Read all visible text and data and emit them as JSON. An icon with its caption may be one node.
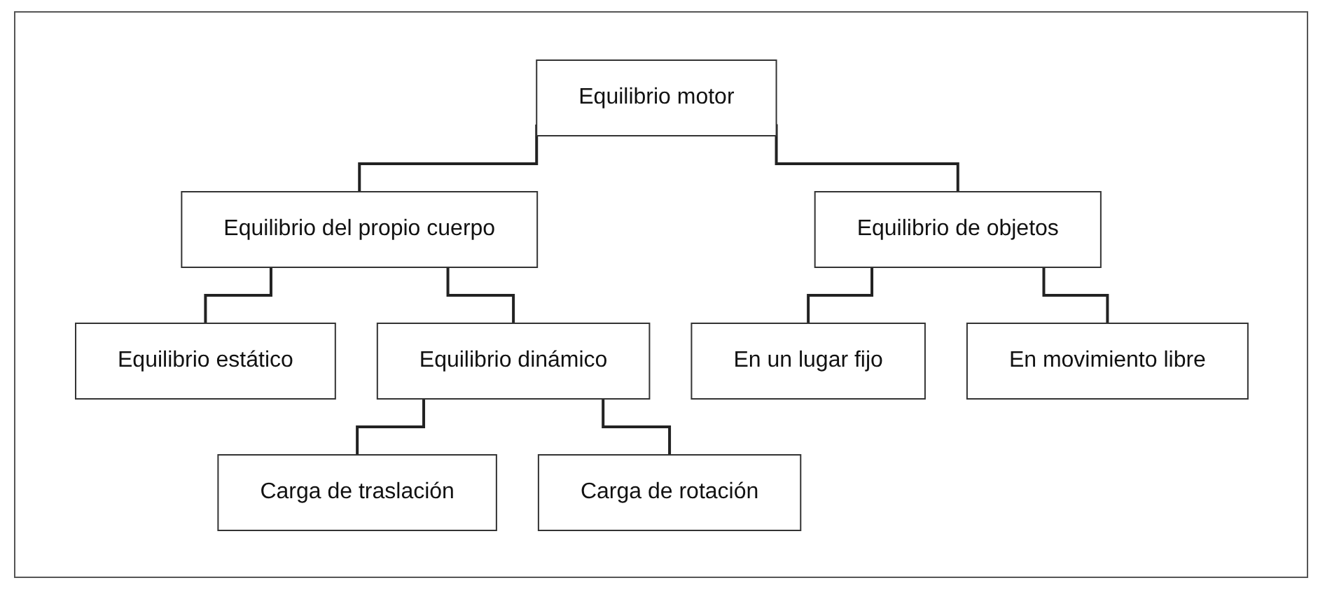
{
  "diagram": {
    "nodes": [
      {
        "text": [
          "Equilibrio motor"
        ]
      },
      {
        "text": [
          "Equilibrio del propio cuerpo"
        ]
      },
      {
        "text": [
          "Equilibrio de objetos"
        ]
      },
      {
        "text": [
          "Equilibrio estático"
        ]
      },
      {
        "text": [
          "Equilibrio dinámico"
        ]
      },
      {
        "text": [
          "En un lugar fijo"
        ]
      },
      {
        "text": [
          "En movimiento libre"
        ]
      },
      {
        "text": [
          "Carga de traslación"
        ]
      },
      {
        "text": [
          "Carga de rotación"
        ]
      }
    ],
    "edges": [
      {
        "from": 0,
        "to": 1,
        "arrow": "none"
      },
      {
        "from": 0,
        "to": 2,
        "arrow": "none"
      },
      {
        "from": 1,
        "to": 3,
        "arrow": "none"
      },
      {
        "from": 1,
        "to": 4,
        "arrow": "none"
      },
      {
        "from": 2,
        "to": 5,
        "arrow": "none"
      },
      {
        "from": 2,
        "to": 6,
        "arrow": "none"
      },
      {
        "from": 4,
        "to": 7,
        "arrow": "none"
      },
      {
        "from": 4,
        "to": 8,
        "arrow": "none"
      }
    ]
  }
}
